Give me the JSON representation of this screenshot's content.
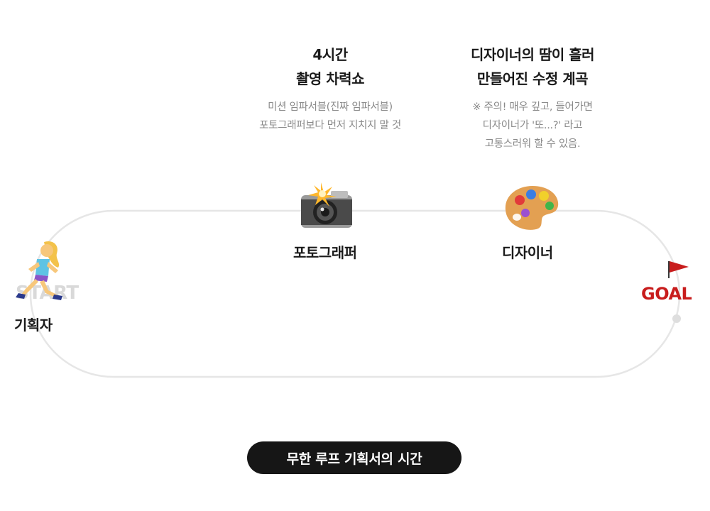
{
  "stations": {
    "photographer": {
      "heading_line1": "4시간",
      "heading_line2": "촬영 차력쇼",
      "desc_line1": "미션 임파서블(진짜 임파서블)",
      "desc_line2": "포토그래퍼보다 먼저 지치지 말 것",
      "label": "포토그래퍼",
      "icon": "camera-flash-icon"
    },
    "designer": {
      "heading_line1": "디자이너의 땀이 흘러",
      "heading_line2": "만들어진 수정 계곡",
      "desc_line1": "※ 주의! 매우 깊고, 들어가면",
      "desc_line2": "디자이너가 '또...?' 라고",
      "desc_line3": "고통스러워 할 수 있음.",
      "label": "디자이너",
      "icon": "artist-palette-icon"
    },
    "planner": {
      "label": "기획자",
      "icon": "running-woman-icon"
    }
  },
  "start_text": "START",
  "goal_text": "GOAL",
  "cta_label": "무한 루프 기획서의 시간",
  "colors": {
    "track": "#e8e8e8",
    "goal_red": "#c81d1d",
    "pill_bg": "#161616"
  }
}
